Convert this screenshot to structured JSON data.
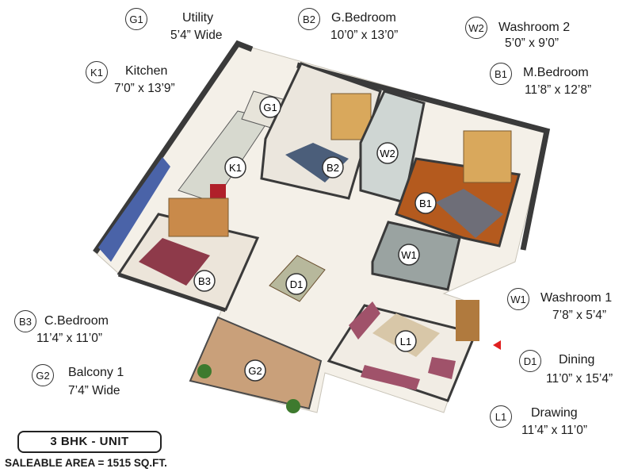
{
  "legend": [
    {
      "code": "G1",
      "name": "Utility",
      "dim": "5’4” Wide"
    },
    {
      "code": "B2",
      "name": "G.Bedroom",
      "dim": "10’0” x 13’0”"
    },
    {
      "code": "W2",
      "name": "Washroom 2",
      "dim": "5’0” x 9’0”"
    },
    {
      "code": "K1",
      "name": "Kitchen",
      "dim": "7’0” x 13’9”"
    },
    {
      "code": "B1",
      "name": "M.Bedroom",
      "dim": "11’8” x 12’8”"
    },
    {
      "code": "W1",
      "name": "Washroom 1",
      "dim": "7’8” x 5’4”"
    },
    {
      "code": "B3",
      "name": "C.Bedroom",
      "dim": "11’4” x 11’0”"
    },
    {
      "code": "D1",
      "name": "Dining",
      "dim": "11’0” x 15’4”"
    },
    {
      "code": "G2",
      "name": "Balcony 1",
      "dim": "7’4” Wide"
    },
    {
      "code": "L1",
      "name": "Drawing",
      "dim": "11’4” x 11’0”"
    }
  ],
  "plan_markers": [
    "G1",
    "K1",
    "B2",
    "W2",
    "B1",
    "W1",
    "B3",
    "D1",
    "L1",
    "G2"
  ],
  "unit_label": "3 BHK - UNIT",
  "saleable_area": "SALEABLE AREA = 1515 SQ.FT.",
  "colors": {
    "wall": "#3a3a3a",
    "floor": "#f3efe6",
    "wood": "#b45a1e",
    "accent_wall": "#4a63a8",
    "entry_arrow": "#e02020"
  }
}
